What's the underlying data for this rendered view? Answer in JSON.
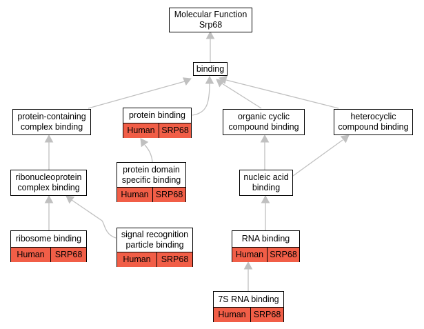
{
  "diagram": {
    "edge_color": "#c0c0c0",
    "annotation_color": "#f15e47",
    "nodes": {
      "root": {
        "label": "Molecular Function\nSrp68"
      },
      "binding": {
        "label": "binding"
      },
      "protein_containing": {
        "label": "protein-containing\ncomplex binding"
      },
      "protein_binding": {
        "label": "protein binding",
        "annotation": {
          "species": "Human",
          "gene": "SRP68"
        }
      },
      "organic_cyclic": {
        "label": "organic cyclic\ncompound binding"
      },
      "heterocyclic": {
        "label": "heterocyclic\ncompound binding"
      },
      "ribonucleoprotein": {
        "label": "ribonucleoprotein\ncomplex binding"
      },
      "protein_domain": {
        "label": "protein domain\nspecific binding",
        "annotation": {
          "species": "Human",
          "gene": "SRP68"
        }
      },
      "nucleic_acid": {
        "label": "nucleic acid\nbinding"
      },
      "ribosome": {
        "label": "ribosome binding",
        "annotation": {
          "species": "Human",
          "gene": "SRP68"
        }
      },
      "srp": {
        "label": "signal recognition\nparticle binding",
        "annotation": {
          "species": "Human",
          "gene": "SRP68"
        }
      },
      "rna": {
        "label": "RNA binding",
        "annotation": {
          "species": "Human",
          "gene": "SRP68"
        }
      },
      "rna7s": {
        "label": "7S RNA binding",
        "annotation": {
          "species": "Human",
          "gene": "SRP68"
        }
      }
    }
  }
}
